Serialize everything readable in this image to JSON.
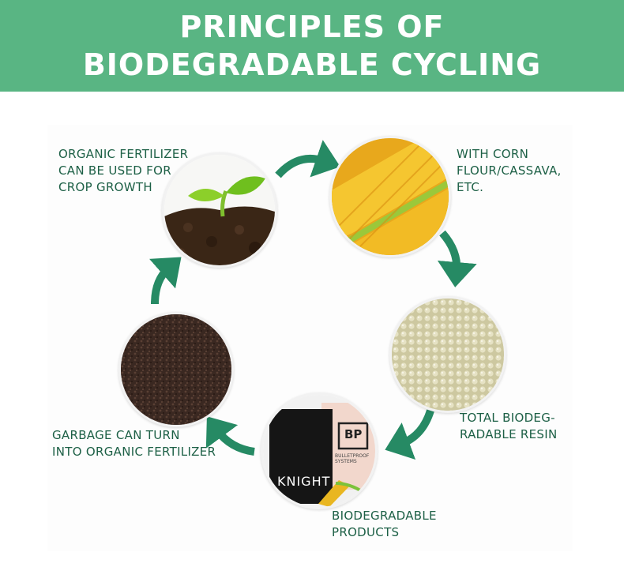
{
  "header": {
    "title_line1": "PRINCIPLES OF",
    "title_line2": "BIODEGRADABLE  CYCLING"
  },
  "cycle": {
    "steps": [
      {
        "id": "organic-fertilizer",
        "lines": [
          "ORGANIC FERTILIZER",
          "CAN BE USED FOR",
          "CROP GROWTH"
        ]
      },
      {
        "id": "corn",
        "lines": [
          "WITH CORN",
          "FLOUR/CASSAVA,",
          "ETC."
        ]
      },
      {
        "id": "resin",
        "lines": [
          "TOTAL BIODEG-",
          "RADABLE RESIN"
        ]
      },
      {
        "id": "products",
        "lines": [
          "BIODEGRADABLE",
          "PRODUCTS"
        ]
      },
      {
        "id": "garbage",
        "lines": [
          "GARBAGE CAN TURN",
          "INTO ORGANIC FERTILIZER"
        ]
      }
    ],
    "product_bag_text": "KNIGHT",
    "product_box_logo": "BP",
    "product_box_text": "BULLETPROOF SYSTEMS"
  },
  "colors": {
    "banner": "#59b583",
    "arrow": "#268a64",
    "label_text": "#1d6046"
  }
}
